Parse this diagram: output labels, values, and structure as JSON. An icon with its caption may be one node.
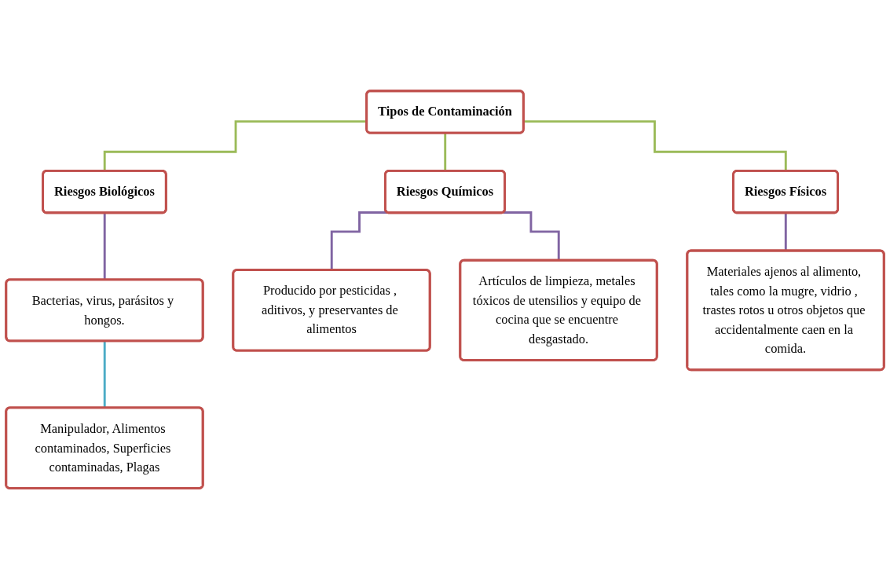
{
  "diagram": {
    "nodes": [
      {
        "text": [
          "Tipos de Contaminación"
        ]
      },
      {
        "text": [
          "Riesgos Biológicos"
        ]
      },
      {
        "text": [
          "Riesgos Químicos"
        ]
      },
      {
        "text": [
          "Riesgos Físicos"
        ]
      },
      {
        "text": [
          "Bacterias, virus, parásitos y hongos."
        ]
      },
      {
        "text": [
          "Manipulador, Alimentos contaminados, Superficies contaminadas, Plagas"
        ]
      },
      {
        "text": [
          "Producido por pesticidas , aditivos, y preservantes de alimentos"
        ]
      },
      {
        "text": [
          "Artículos de limpieza, metales tóxicos de utensilios y equipo de cocina que se encuentre desgastado."
        ]
      },
      {
        "text": [
          "Materiales ajenos al alimento, tales como la mugre, vidrio , trastes rotos u otros objetos que accidentalmente caen en la comida."
        ]
      }
    ],
    "edges": [
      {
        "from": 0,
        "to": 1,
        "arrow": "none",
        "color": "#9bbb59"
      },
      {
        "from": 0,
        "to": 2,
        "arrow": "none",
        "color": "#9bbb59"
      },
      {
        "from": 0,
        "to": 3,
        "arrow": "none",
        "color": "#9bbb59"
      },
      {
        "from": 1,
        "to": 4,
        "arrow": "none"
      },
      {
        "from": 4,
        "to": 5,
        "arrow": "none",
        "color": "#4bacc6"
      },
      {
        "from": 2,
        "to": 6,
        "arrow": "none"
      },
      {
        "from": 2,
        "to": 7,
        "arrow": "none"
      },
      {
        "from": 3,
        "to": 8,
        "arrow": "none"
      }
    ]
  }
}
